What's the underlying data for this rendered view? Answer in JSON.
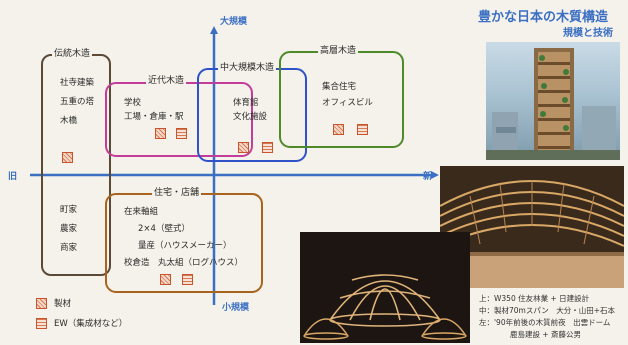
{
  "title": {
    "main": "豊かな日本の木質構造",
    "sub": "規模と技術"
  },
  "axes": {
    "top": "大規模",
    "bottom": "小規模",
    "left": "旧",
    "right": "新"
  },
  "groups": {
    "traditional": {
      "label": "伝統木造",
      "items": [
        "社寺建築",
        "五重の塔",
        "木橋"
      ]
    },
    "modern": {
      "label": "近代木造",
      "items": [
        "学校",
        "工場・倉庫・駅"
      ]
    },
    "midlarge": {
      "label": "中大規模木造",
      "items": [
        "体育館",
        "文化施設"
      ]
    },
    "highrise": {
      "label": "高層木造",
      "items": [
        "集合住宅",
        "オフィスビル"
      ]
    },
    "traditional_lower": {
      "items": [
        "町家",
        "農家",
        "商家"
      ]
    },
    "housing": {
      "label": "住宅・店舗",
      "items": [
        "在来軸組",
        "2×4（壁式）",
        "量産（ハウスメーカー）",
        "校倉造　丸太組（ログハウス）"
      ]
    }
  },
  "legend": [
    {
      "icon": "sawn-lumber-icon",
      "label": "製材"
    },
    {
      "icon": "engineered-wood-icon",
      "label": "EW（集成材など）"
    }
  ],
  "caption": [
    "上：W350 住友林業 + 日建設計",
    "中：製材70mスパン　大分・山田+石本",
    "左：'90年前後の木質前夜　出雲ドーム",
    "鹿島建設 + 斎藤公男"
  ],
  "colors": {
    "traditional": "#5b4a38",
    "modern": "#c23d9a",
    "midlarge": "#2f52c9",
    "highrise": "#4f8a2a",
    "housing": "#a8641f",
    "axis": "#3b6fc4",
    "title": "#3b6fc4"
  }
}
